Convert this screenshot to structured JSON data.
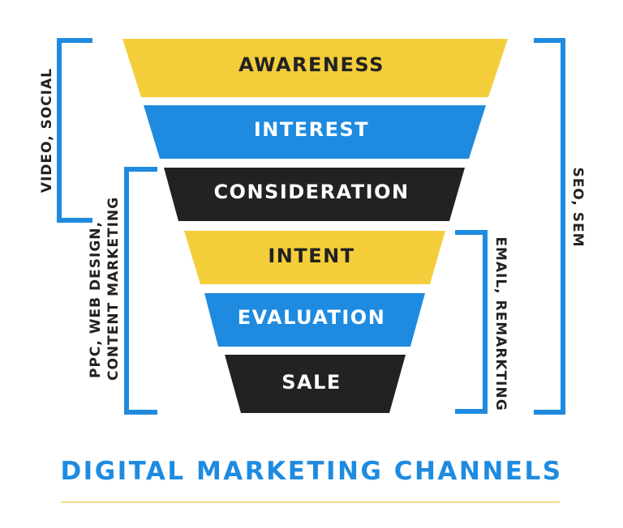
{
  "colors": {
    "yellow": "#F4CE3A",
    "blue": "#1E8BE0",
    "dark": "#222222"
  },
  "stages": [
    {
      "label": "AWARENESS",
      "color": "yellow"
    },
    {
      "label": "INTEREST",
      "color": "blue"
    },
    {
      "label": "CONSIDERATION",
      "color": "dark"
    },
    {
      "label": "INTENT",
      "color": "yellow"
    },
    {
      "label": "EVALUATION",
      "color": "blue"
    },
    {
      "label": "SALE",
      "color": "dark"
    }
  ],
  "channels": {
    "video_social": "VIDEO, SOCIAL",
    "ppc_line1": "PPC, WEB DESIGN,",
    "ppc_line2": "CONTENT MARKETING",
    "email": "EMAIL, REMARKTING",
    "seo": "SEO, SEM"
  },
  "title": "DIGITAL MARKETING CHANNELS"
}
